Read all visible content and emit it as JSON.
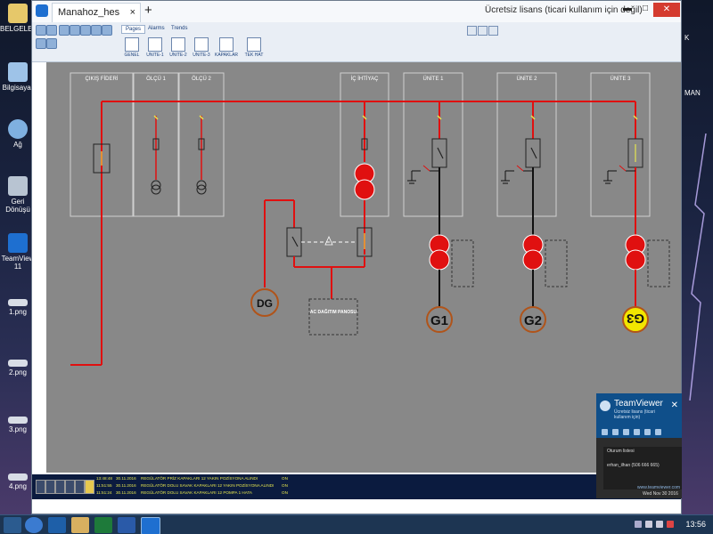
{
  "desktop": {
    "icons": [
      {
        "label": "BELGELER",
        "color": "#e6c86a"
      },
      {
        "label": "Bilgisayar",
        "color": "#9ec3e8"
      },
      {
        "label": "Ağ",
        "color": "#7fb0e0"
      },
      {
        "label": "Geri Dönüşü",
        "color": "#b8c4d2"
      },
      {
        "label": "TeamView 11",
        "color": "#1e6fd0"
      },
      {
        "label": "1.png",
        "color": "#d8dde6"
      },
      {
        "label": "2.png",
        "color": "#d8dde6"
      },
      {
        "label": "3.png",
        "color": "#d8dde6"
      },
      {
        "label": "4.png",
        "color": "#d8dde6"
      }
    ],
    "right_edge_labels": [
      "K",
      "MAN"
    ]
  },
  "window": {
    "tab_title": "Manahoz_hes",
    "close_tab": "×",
    "new_tab": "+",
    "license_text": "Ücretsiz lisans (ticari kullanım için değil)",
    "controls": [
      "▬",
      "□",
      "✕"
    ]
  },
  "ribbon": {
    "tabs": [
      "Pages",
      "Alarms",
      "Trends"
    ],
    "items": [
      "GENEL",
      "UNITE-1",
      "UNITE-2",
      "UNITE-3",
      "KAPAKLAR",
      "TEK HAT"
    ]
  },
  "diagram": {
    "colors": {
      "bus": "#e01010",
      "off": "#111111",
      "panel": "#888888",
      "box_border": "#d0d0d0",
      "gen_fill": "#888888",
      "gen_border": "#b0541a",
      "gen3_fill": "#f2e600"
    },
    "panels": [
      {
        "title": "ÇIKIŞ FİDERİ"
      },
      {
        "title": "ÖLÇÜ 1"
      },
      {
        "title": "ÖLÇÜ 2"
      },
      {
        "title": "İÇ İHTİYAÇ"
      },
      {
        "title": "ÜNİTE 1"
      },
      {
        "title": "ÜNİTE 2"
      },
      {
        "title": "ÜNİTE 3"
      }
    ],
    "dg_label": "DG",
    "ac_panel_label": "AC DAĞITIM PANOSU",
    "generators": [
      "G1",
      "G2",
      "G3"
    ]
  },
  "events": {
    "rows": [
      {
        "time": "13:48:48",
        "date": "30.11.2016",
        "text": "REGÜLATÖR PRİZ KAPAKLARI 12 YAKIN POZİSYONA ALINDI",
        "state": "ON"
      },
      {
        "time": "11:51:55",
        "date": "30.11.2016",
        "text": "REGÜLATÖR DOLU SAVAK KAPAKLARI 12 YAKIN POZİSYONA ALINDI",
        "state": "ON"
      },
      {
        "time": "11:51:24",
        "date": "30.11.2016",
        "text": "REGÜLATÖR DOLU SAVAK KAPAKLARI 12 POMPA 1 HATA",
        "state": "ON"
      }
    ]
  },
  "teamviewer": {
    "title": "TeamViewer",
    "subtitle": "Ücretsiz lisans (ticari kullanım için)",
    "session_list_title": "Oturum listesi",
    "session_item": "erhan_ilhan (506 666 665)",
    "link": "www.teamviewer.com",
    "date": "Wed Nov 30 2016"
  },
  "taskbar": {
    "apps": [
      "start",
      "ie",
      "outlook",
      "explorer",
      "excel",
      "word",
      "teamviewer"
    ],
    "clock": "13:56"
  }
}
